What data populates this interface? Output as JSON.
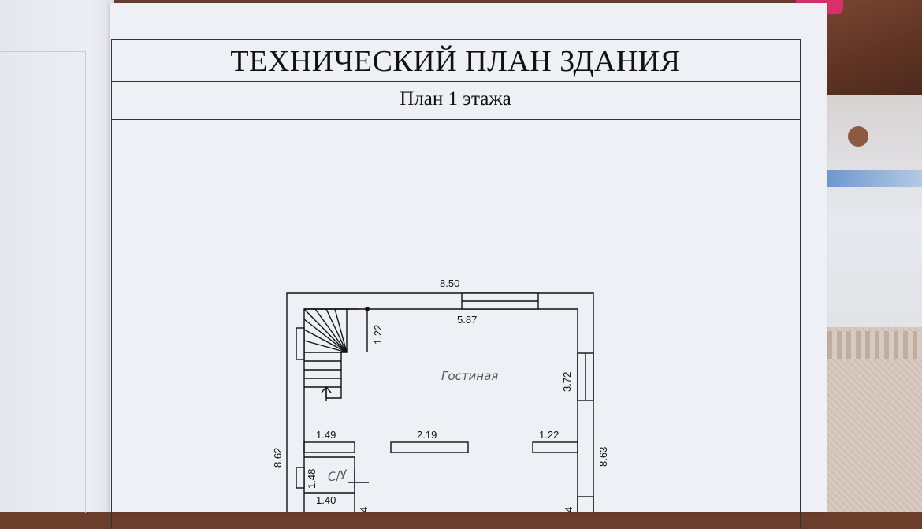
{
  "document": {
    "title": "ТЕХНИЧЕСКИЙ ПЛАН ЗДАНИЯ",
    "subtitle": "План 1 этажа"
  },
  "plan": {
    "dimensions": {
      "overall_width": "8.50",
      "inner_width": "5.87",
      "stair_depth": "1.22",
      "living_depth": "3.72",
      "left_height": "8.62",
      "right_height": "8.63",
      "wall_left": "1.49",
      "wall_mid": "2.19",
      "wall_right": "1.22",
      "wc_height": "1.48",
      "wc_width": "1.40",
      "partial_left": "4",
      "partial_right": "4"
    },
    "rooms": {
      "living_room": "Гостиная",
      "wc": "С/У"
    }
  },
  "colors": {
    "ink": "#111111",
    "paper": "#eef0f6",
    "handwriting": "#555555"
  }
}
